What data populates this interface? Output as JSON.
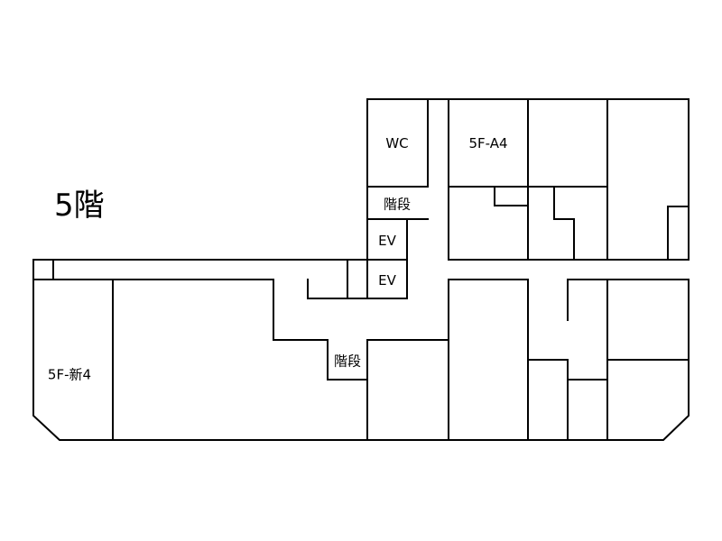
{
  "floor": {
    "title": "5階"
  },
  "rooms": {
    "wc": {
      "label": "WC"
    },
    "room_a4": {
      "label": "5F-A4"
    },
    "stairs_north": {
      "label": "階段"
    },
    "ev_1": {
      "label": "EV"
    },
    "ev_2": {
      "label": "EV"
    },
    "stairs_south": {
      "label": "階段"
    },
    "room_shin4": {
      "label": "5F-新4"
    }
  },
  "colors": {
    "wall": "#000000",
    "background": "#ffffff"
  }
}
